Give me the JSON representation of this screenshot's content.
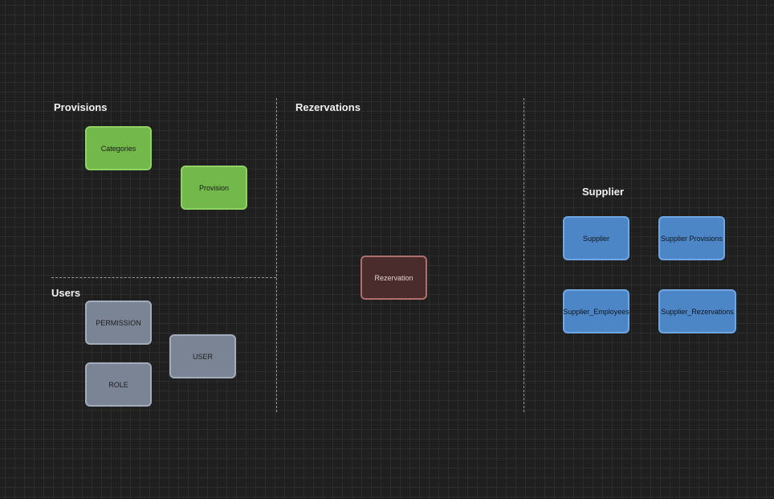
{
  "groups": {
    "provisions": {
      "title": "Provisions",
      "entities": [
        "Categories",
        "Provision"
      ]
    },
    "users": {
      "title": "Users",
      "entities": [
        "PERMISSION",
        "USER",
        "ROLE"
      ]
    },
    "rezervations": {
      "title": "Rezervations",
      "entities": [
        "Rezervation"
      ]
    },
    "supplier": {
      "title": "Supplier",
      "entities": [
        "Supplier",
        "Supplier Provisions",
        "Supplier_Employees",
        "Supplier_Rezervations"
      ]
    }
  },
  "colors": {
    "background": "#1f1f1f",
    "grid": "#2c2c2c",
    "provisions_fill": "#72b84a",
    "users_fill": "#7a8494",
    "rezervations_fill": "#4a2c2c",
    "supplier_fill": "#4d86c6",
    "divider": "#9a9a9a"
  }
}
